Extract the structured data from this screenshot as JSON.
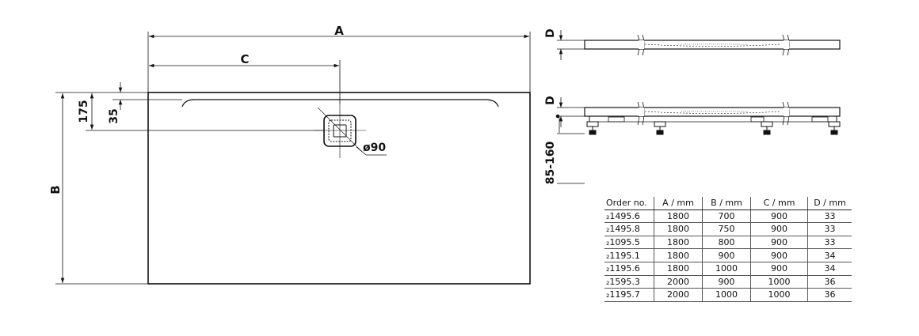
{
  "labels": {
    "dim_a": "A",
    "dim_b": "B",
    "dim_c": "C",
    "dim_d": "D",
    "dim_175": "175",
    "dim_35": "35",
    "drain_diameter": "ø90",
    "leg_height": "85-160"
  },
  "table": {
    "headers": [
      "Order no.",
      "A / mm",
      "B / mm",
      "C / mm",
      "D / mm"
    ],
    "rows": [
      [
        "₂1495.6",
        "1800",
        "700",
        "900",
        "33"
      ],
      [
        "₂1495.8",
        "1800",
        "750",
        "900",
        "33"
      ],
      [
        "₂1095.5",
        "1800",
        "800",
        "900",
        "33"
      ],
      [
        "₂1195.1",
        "1800",
        "900",
        "900",
        "34"
      ],
      [
        "₂1195.6",
        "1800",
        "1000",
        "900",
        "34"
      ],
      [
        "₂1595.3",
        "2000",
        "900",
        "1000",
        "36"
      ],
      [
        "₂1195.7",
        "2000",
        "1000",
        "1000",
        "36"
      ]
    ]
  }
}
